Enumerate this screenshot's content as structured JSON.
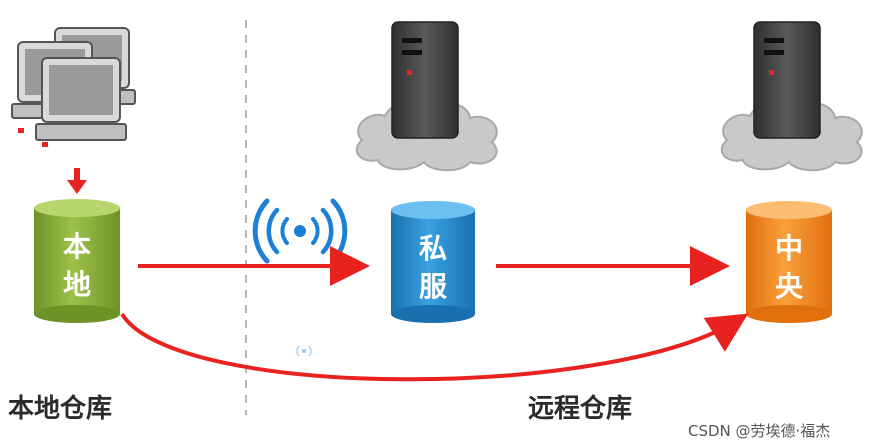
{
  "local": {
    "label_line1": "本",
    "label_line2": "地",
    "caption": "本地仓库"
  },
  "private": {
    "label_line1": "私",
    "label_line2": "服"
  },
  "central": {
    "label_line1": "中",
    "label_line2": "央"
  },
  "remote": {
    "caption": "远程仓库"
  },
  "watermark": "CSDN @劳埃德·福杰",
  "colors": {
    "arrow": "#e8231f",
    "local_green": "#8fb33a",
    "private_blue": "#2b8fd0",
    "central_orange": "#f28a1e",
    "server_dark": "#4a4a4a",
    "cloud_gray": "#c9c9c9",
    "wifi_blue": "#1d7fd6"
  }
}
